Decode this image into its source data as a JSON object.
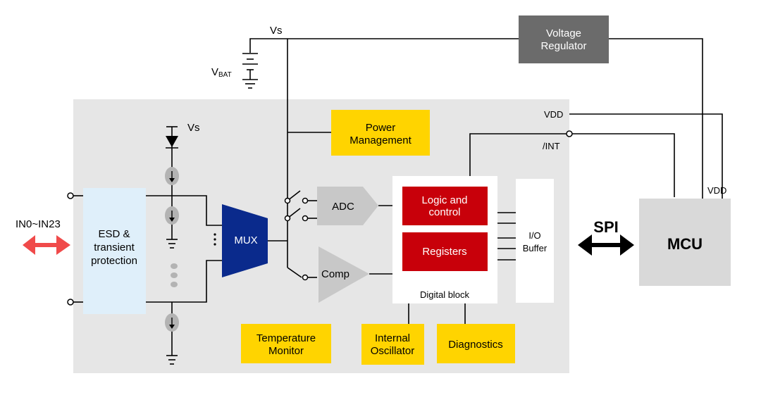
{
  "labels": {
    "vs_top": "Vs",
    "vbat_main": "V",
    "vbat_sub": "BAT",
    "voltage_regulator": [
      "Voltage",
      "Regulator"
    ],
    "power_management": [
      "Power",
      "Management"
    ],
    "vs_diode": "Vs",
    "vdd_top": "VDD",
    "int": "/INT",
    "vdd_mcu": "VDD",
    "inputs": "IN0~IN23",
    "esd": [
      "ESD &",
      "transient",
      "protection"
    ],
    "mux": "MUX",
    "adc": "ADC",
    "comp": "Comp",
    "logic": [
      "Logic and",
      "control"
    ],
    "registers": "Registers",
    "digital_block": "Digital block",
    "io_buffer": [
      "I/O",
      "Buffer"
    ],
    "spi": "SPI",
    "mcu": "MCU",
    "temperature_monitor": [
      "Temperature",
      "Monitor"
    ],
    "internal_oscillator": [
      "Internal",
      "Oscillator"
    ],
    "diagnostics": "Diagnostics"
  },
  "colors": {
    "chip_bg": "#e6e6e6",
    "yellow": "#ffd400",
    "red": "#c8000a",
    "mux_blue": "#0a2a8c",
    "esd_blue": "#dfeffa",
    "gray_block": "#6b6b6b",
    "mcu_gray": "#d9d9d9",
    "amp_gray": "#c8c8c8",
    "arrow_red": "#f04a4a"
  }
}
